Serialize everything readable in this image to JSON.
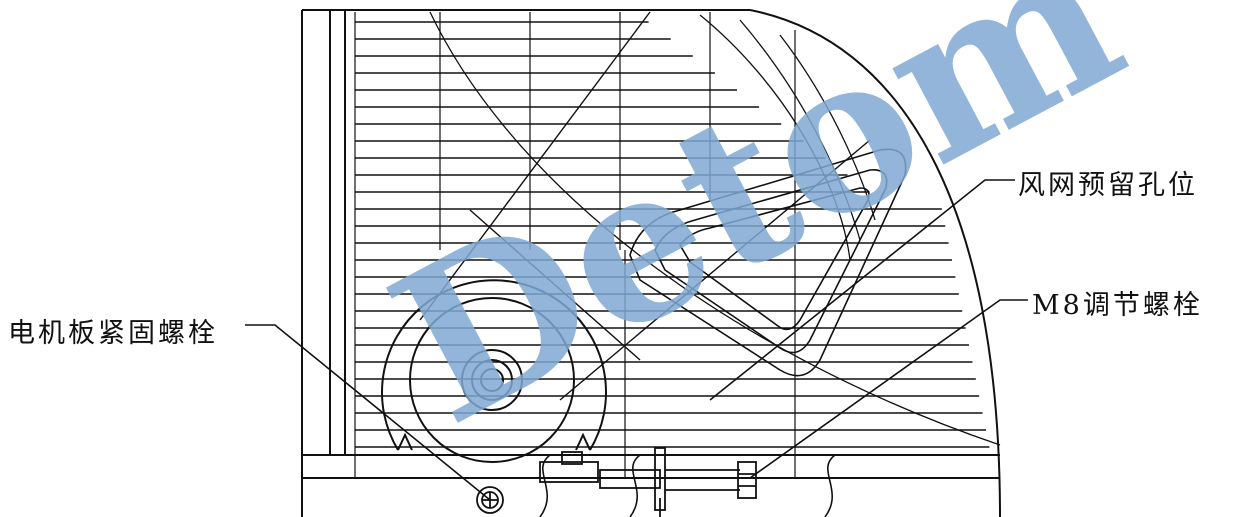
{
  "labels": {
    "duct_hole": "风网预留孔位",
    "adjust_bolt": "M8调节螺栓",
    "motor_plate_bolt": "电机板紧固螺栓"
  },
  "watermark": {
    "text": "Detom",
    "color": "#7fa9d3"
  },
  "colors": {
    "line": "#111111",
    "background": "#ffffff"
  }
}
